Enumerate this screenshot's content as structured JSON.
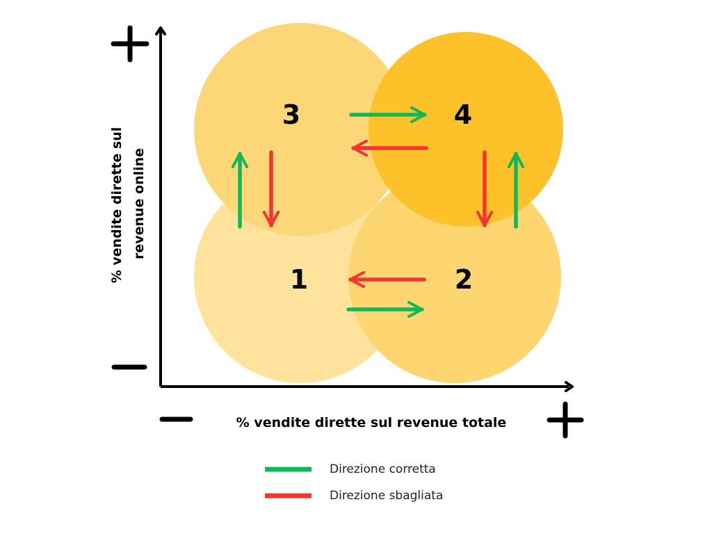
{
  "colors": {
    "correct": "#12b857",
    "wrong": "#f5332f",
    "circle_1": "#ffe39c",
    "circle_2": "#fdd671",
    "circle_3": "#fdd677",
    "circle_4": "#fdc22a",
    "axis": "#000000"
  },
  "quadrants": [
    {
      "id": "1",
      "label": "1"
    },
    {
      "id": "2",
      "label": "2"
    },
    {
      "id": "3",
      "label": "3"
    },
    {
      "id": "4",
      "label": "4"
    }
  ],
  "axes": {
    "x_title": "% vendite dirette sul revenue totale",
    "y_title_line1": "% vendite dirette sul",
    "y_title_line2": "revenue online",
    "x_low": "−",
    "x_high": "+",
    "y_low": "−",
    "y_high": "+"
  },
  "transitions": [
    {
      "from": "1",
      "to": "2",
      "direction": "correct"
    },
    {
      "from": "2",
      "to": "1",
      "direction": "wrong"
    },
    {
      "from": "3",
      "to": "4",
      "direction": "correct"
    },
    {
      "from": "4",
      "to": "3",
      "direction": "wrong"
    },
    {
      "from": "1",
      "to": "3",
      "direction": "correct"
    },
    {
      "from": "3",
      "to": "1",
      "direction": "wrong"
    },
    {
      "from": "4",
      "to": "2",
      "direction": "wrong"
    },
    {
      "from": "2",
      "to": "4",
      "direction": "correct"
    }
  ],
  "legend": {
    "correct_label": "Direzione corretta",
    "wrong_label": "Direzione sbagliata"
  }
}
